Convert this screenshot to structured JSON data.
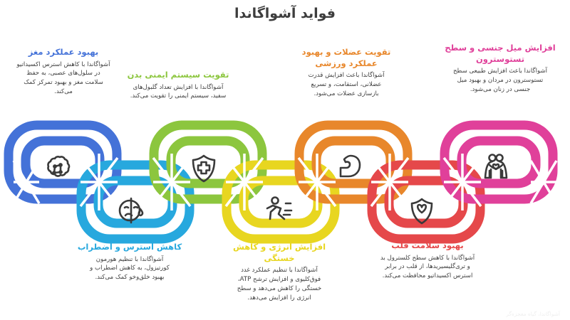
{
  "page": {
    "title": "فواید آشواگاندا",
    "watermark": "آشواگاندا، گیاه معجزه‌گر"
  },
  "colors": {
    "brain": "#4472D8",
    "stress": "#27A8DE",
    "immune": "#8CC63E",
    "energy": "#E8D620",
    "muscle": "#E8872B",
    "heart": "#E5484A",
    "libido": "#E0409A",
    "title_text": "#3d3d3d",
    "body_text": "#3f3f3f"
  },
  "benefits": [
    {
      "id": "brain",
      "icon": "brain-icon",
      "color": "#4472D8",
      "title": "بهبود عملکرد مغز",
      "body": "آشواگاندا با کاهش استرس اکسیداتیو\nدر سلول‌های عصبی، به حفظ\nسلامت مغز و بهبود تمرکز کمک\nمی‌کند."
    },
    {
      "id": "stress",
      "icon": "mood-face-icon",
      "color": "#27A8DE",
      "title": "کاهش استرس و اضطراب",
      "body": "آشواگاندا با تنظیم هورمون\nکورتیزول، به کاهش اضطراب و\nبهبود خلق‌وخو کمک می‌کند."
    },
    {
      "id": "immune",
      "icon": "shield-cross-icon",
      "color": "#8CC63E",
      "title": "تقویت سیستم ایمنی بدن",
      "body": "آشواگاندا با افزایش تعداد گلبول‌های\nسفید، سیستم ایمنی را تقویت می‌کند."
    },
    {
      "id": "energy",
      "icon": "running-person-icon",
      "color": "#E8D620",
      "title": "افزایش انرژی و کاهش\nخستگی",
      "body": "آشواگاندا با تنظیم عملکرد غدد\nفوق‌کلیوی و افزایش ترشح ATP،\nخستگی را کاهش می‌دهد و سطح\nانرژی را افزایش می‌دهد."
    },
    {
      "id": "muscle",
      "icon": "flexed-bicep-icon",
      "color": "#E8872B",
      "title": "تقویت عضلات و بهبود\nعملکرد ورزشی",
      "body": "آشواگاندا باعث افزایش قدرت\nعضلانی، استقامت، و تسریع\nبازسازی عضلات می‌شود."
    },
    {
      "id": "heart",
      "icon": "shield-heart-icon",
      "color": "#E5484A",
      "title": "بهبود سلامت قلب",
      "body": "آشواگاندا با کاهش سطح کلسترول بد\nو تری‌گلیسیریدها، از قلب در برابر\nاسترس اکسیداتیو محافظت می‌کند."
    },
    {
      "id": "libido",
      "icon": "couple-icon",
      "color": "#E0409A",
      "title": "افزایش میل جنسی و سطح\nتستوسترون",
      "body": "آشواگاندا باعث افزایش طبیعی سطح\nتستوسترون در مردان و بهبود میل\nجنسی در زنان می‌شود."
    }
  ]
}
